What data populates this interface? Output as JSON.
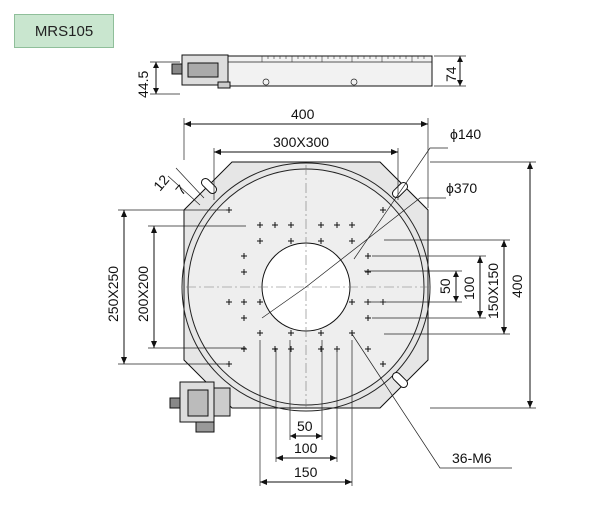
{
  "model": "MRS105",
  "side_view": {
    "height_left": "44.5",
    "height_right": "74"
  },
  "top_view": {
    "overall_width": "400",
    "overall_height": "400",
    "hole_square": "300X300",
    "inner_diameter": "ϕ140",
    "outer_diameter": "ϕ370",
    "slot_length": "12",
    "slot_width": "7",
    "vertical_pattern_outer": "250X250",
    "vertical_pattern_inner": "200X200",
    "right_dim_150": "150X150",
    "right_dim_100": "100",
    "right_dim_50": "50",
    "bottom_dim_50": "50",
    "bottom_dim_100": "100",
    "bottom_dim_150": "150",
    "thread_note": "36-M6"
  },
  "colors": {
    "plate": "#e6e6e6",
    "badge": "#c9e6cf",
    "line": "#111111"
  }
}
